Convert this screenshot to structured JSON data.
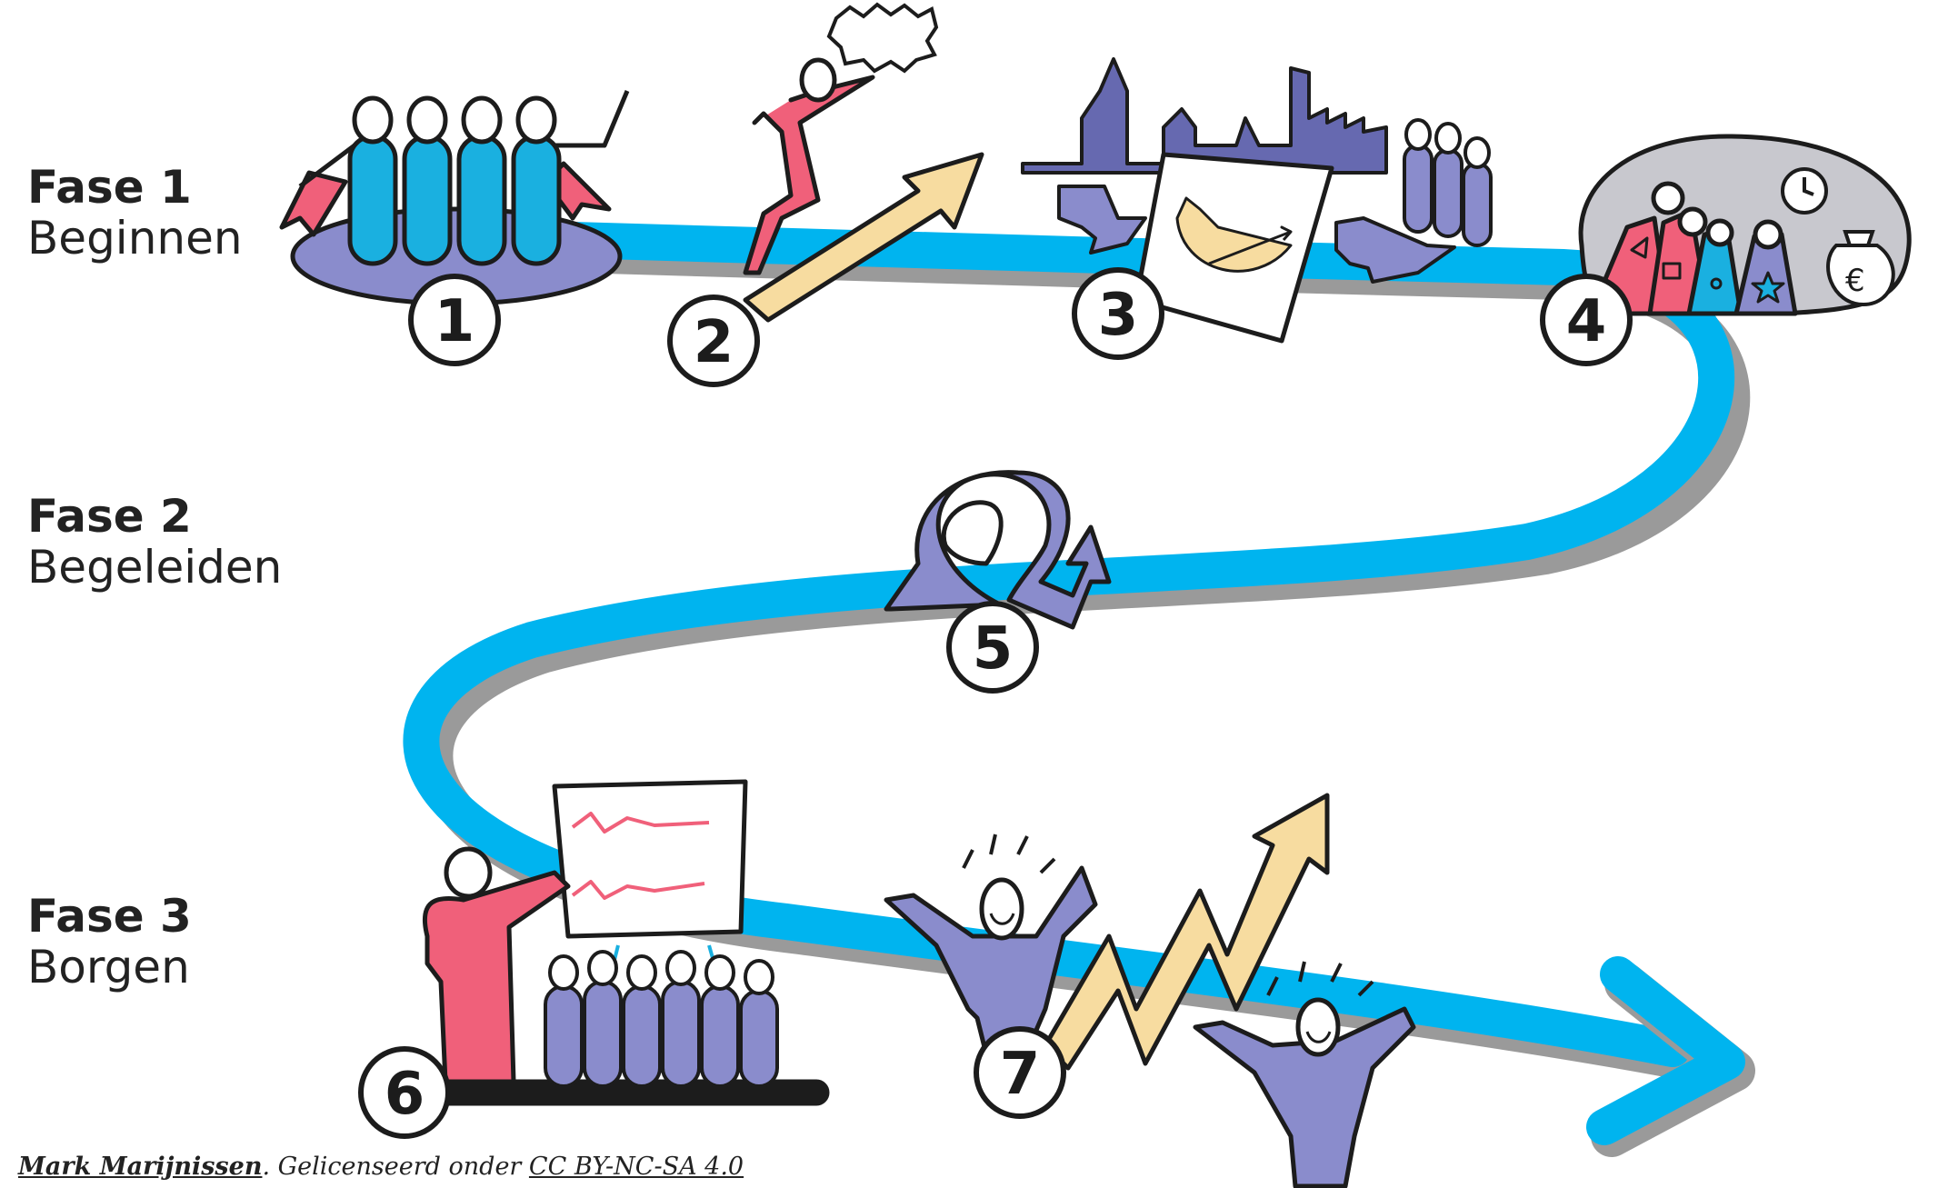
{
  "phases": [
    {
      "name": "Fase 1",
      "desc": "Beginnen"
    },
    {
      "name": "Fase 2",
      "desc": "Begeleiden"
    },
    {
      "name": "Fase 3",
      "desc": "Borgen"
    }
  ],
  "steps": [
    "1",
    "2",
    "3",
    "4",
    "5",
    "6",
    "7"
  ],
  "credit": {
    "author": "Mark Marijnissen",
    "middle": ". Gelicenseerd onder ",
    "license": "CC BY-NC-SA 4.0"
  },
  "colors": {
    "path": "#00b4ef",
    "shadow": "#9a9a9a",
    "purple": "#8a8ccc",
    "purple_dark": "#6669b0",
    "cyan": "#1ab0e0",
    "red": "#f0607a",
    "yellow": "#f7dca0",
    "outline": "#1c1c1c",
    "grey": "#c8c8ce"
  },
  "icons": [
    "group-cape-icon",
    "climbing-person-icon",
    "speech-bubble-icon",
    "arrow-up-icon",
    "city-skyline-icon",
    "document-plan-icon",
    "stakeholders-icon",
    "team-oval-icon",
    "clock-icon",
    "euro-bag-icon",
    "loop-arrow-icon",
    "presenter-flipchart-icon",
    "audience-icon",
    "cheering-people-icon",
    "zigzag-growth-arrow-icon"
  ]
}
